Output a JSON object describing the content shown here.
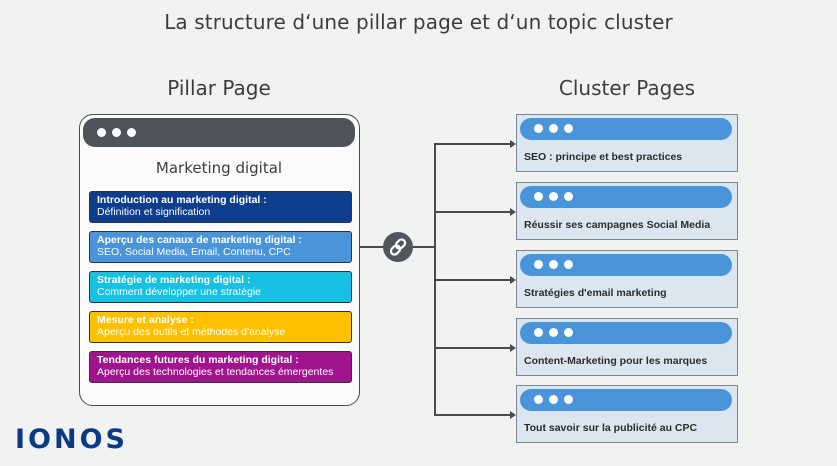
{
  "title": "La structure d‘une pillar page et d‘un topic cluster",
  "pillar": {
    "heading": "Pillar Page",
    "page_title": "Marketing digital",
    "sections": [
      {
        "title": "Introduction au marketing digital :",
        "subtitle": "Définition et signification",
        "color": "#0d3d8c"
      },
      {
        "title": "Aperçu des canaux de marketing digital :",
        "subtitle": "SEO, Social Media, Email, Contenu, CPC",
        "color": "#4a95da"
      },
      {
        "title": "Stratégie de marketing digital :",
        "subtitle": "Comment développer une stratégie",
        "color": "#17c1e3"
      },
      {
        "title": "Mesure et analyse :",
        "subtitle": "Aperçu des outils et méthodes d'analyse",
        "color": "#ffc000"
      },
      {
        "title": "Tendances futures du marketing digital :",
        "subtitle": "Aperçu des technologies et tendances émergentes",
        "color": "#a0148e"
      }
    ]
  },
  "cluster": {
    "heading": "Cluster Pages",
    "pages": [
      {
        "label": "SEO : principe et best practices"
      },
      {
        "label": "Réussir ses campagnes Social Media"
      },
      {
        "label": "Stratégies d'email marketing"
      },
      {
        "label": "Content-Marketing pour les marques"
      },
      {
        "label": "Tout savoir sur la publicité au CPC"
      }
    ]
  },
  "brand": {
    "logo": "IONOS",
    "color": "#0b3a82"
  },
  "icons": {
    "connector": "link-icon",
    "window_controls": "three-dots-icon"
  }
}
